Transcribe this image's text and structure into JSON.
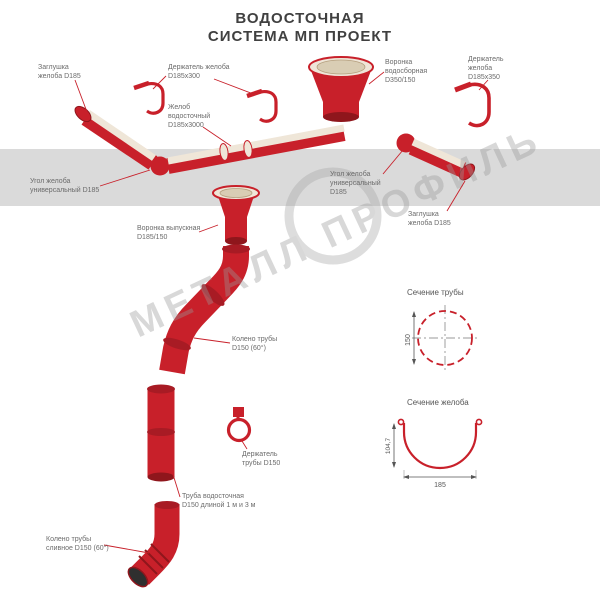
{
  "title": {
    "line1": "ВОДОСТОЧНАЯ",
    "line2": "СИСТЕМА МП ПРОЕКТ"
  },
  "watermark": "МЕТАЛЛ ПРОФИЛЬ",
  "labels": {
    "cap_top_left": {
      "l1": "Заглушка",
      "l2": "желоба D185"
    },
    "gutter_holder_300": {
      "l1": "Держатель желоба",
      "l2": "D185х300"
    },
    "collecting_funnel": {
      "l1": "Воронка",
      "l2": "водосборная",
      "l3": "D350/150"
    },
    "gutter_holder_350": {
      "l1": "Держатель",
      "l2": "желоба",
      "l3": "D185х350"
    },
    "gutter": {
      "l1": "Желоб",
      "l2": "водосточный",
      "l3": "D185х3000"
    },
    "corner_left": {
      "l1": "Угол желоба",
      "l2": "универсальный D185"
    },
    "corner_right": {
      "l1": "Угол желоба",
      "l2": "универсальный",
      "l3": "D185"
    },
    "cap_right": {
      "l1": "Заглушка",
      "l2": "желоба D185"
    },
    "outlet_funnel": {
      "l1": "Воронка выпускная",
      "l2": "D185/150"
    },
    "pipe_elbow": {
      "l1": "Колено трубы",
      "l2": "D150 (60°)"
    },
    "pipe_holder": {
      "l1": "Держатель",
      "l2": "трубы D150"
    },
    "pipe": {
      "l1": "Труба водосточная",
      "l2": "D150 длиной 1 м и 3 м"
    },
    "drain_elbow": {
      "l1": "Колено трубы",
      "l2": "сливное D150 (60°)"
    },
    "pipe_section_title": "Сечение трубы",
    "gutter_section_title": "Сечение желоба"
  },
  "dimensions": {
    "pipe_diameter": "150",
    "gutter_width": "185",
    "gutter_depth": "104,7"
  },
  "colors": {
    "red": "#c8202a",
    "dark_red": "#8f161c",
    "cream": "#efe6d8",
    "wall_band": "#dadada",
    "label_text": "#6b6b6b"
  }
}
